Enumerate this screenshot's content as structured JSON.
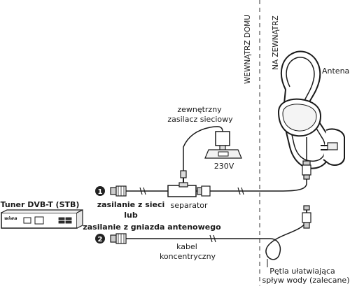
{
  "labels": {
    "inside": "WEWNĄTRZ DOMU",
    "outside": "NA ZEWNĄTRZ",
    "antenna": "Antena",
    "ext_psu_line1": "zewnętrzny",
    "ext_psu_line2": "zasilacz sieciowy",
    "voltage": "230V",
    "separator": "separator",
    "tuner_title": "Tuner DVB-T (STB)",
    "tuner_brand": "wiwa",
    "badge1": "1",
    "badge2": "2",
    "power_from_mains": "zasilanie z sieci",
    "or": "lub",
    "power_from_socket": "zasilanie z gniazda antenowego",
    "coax_line1": "kabel",
    "coax_line2": "koncentryczny",
    "drip_line1": "Pętla ułatwiająca",
    "drip_line2": "spływ wody (zalecane)"
  },
  "colors": {
    "ink": "#1a1a1a",
    "dash": "#777777",
    "badge": "#222222"
  }
}
